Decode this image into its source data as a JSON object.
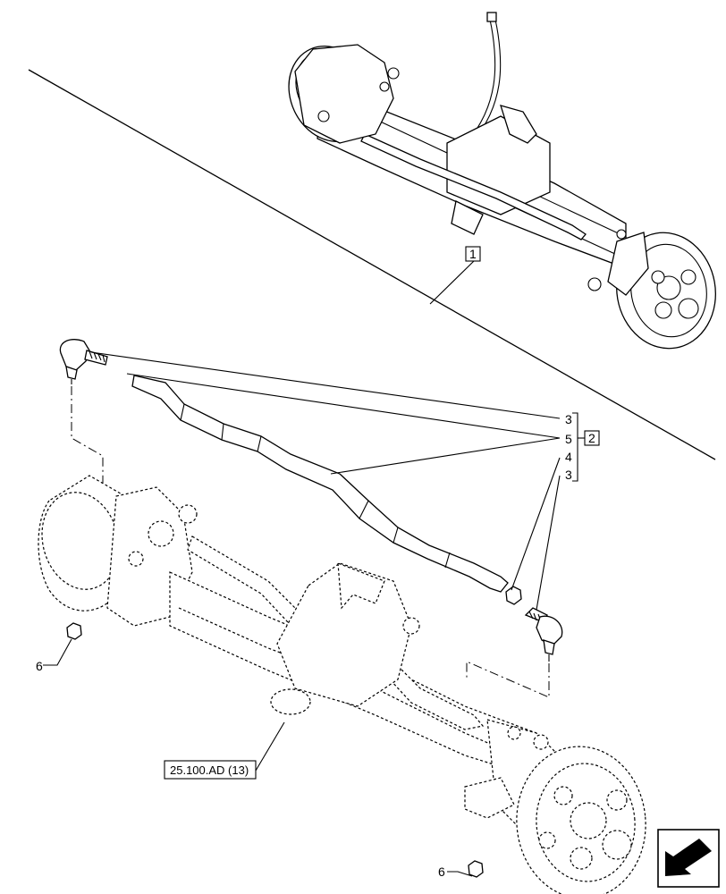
{
  "callouts": {
    "item_1": "1",
    "item_2": "2",
    "item_3_top": "3",
    "item_5": "5",
    "item_4": "4",
    "item_3_bottom": "3",
    "item_6_left": "6",
    "item_6_bottom": "6"
  },
  "reference": "25.100.AD (13)",
  "nav_icon": "next-page-arrow-icon"
}
